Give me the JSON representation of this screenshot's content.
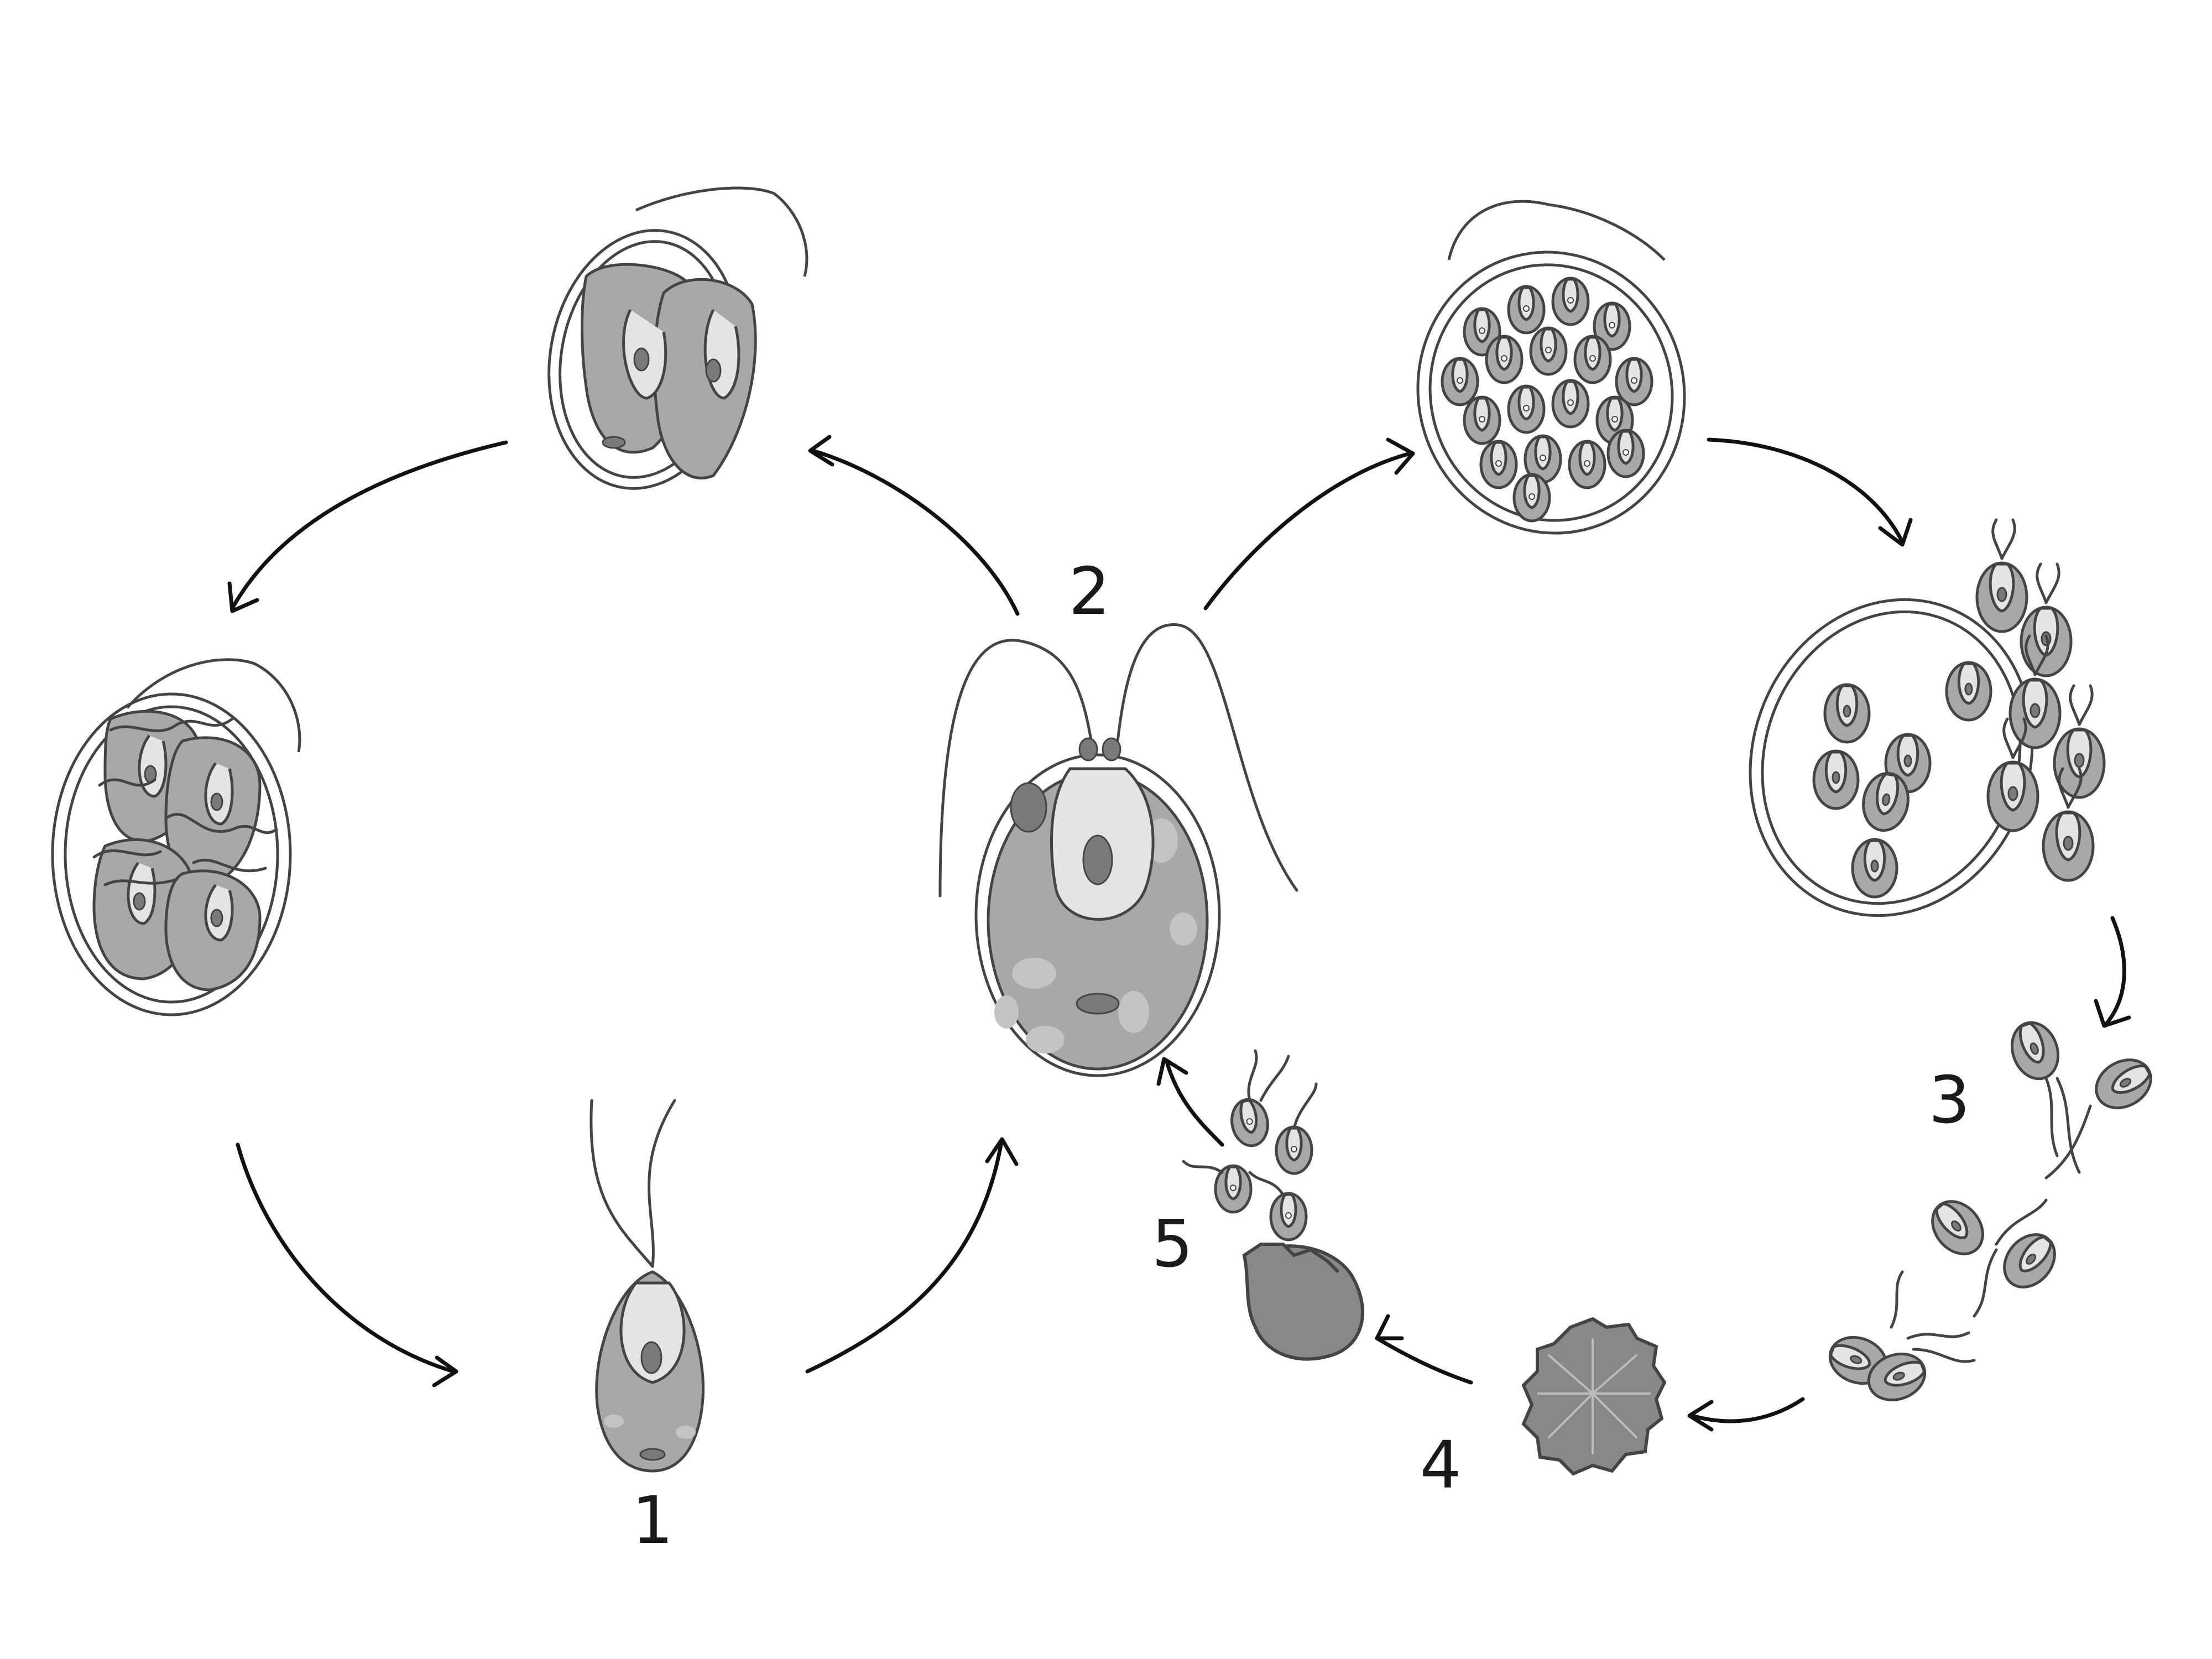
{
  "labels": {
    "stage1": "1",
    "stage2": "2",
    "stage3": "3",
    "stage4": "4",
    "stage5": "5"
  },
  "colors": {
    "cell_fill": "#a8a8a8",
    "inner_fill": "#e4e4e4",
    "outline": "#444444",
    "arrow": "#111111",
    "background": "#ffffff"
  }
}
